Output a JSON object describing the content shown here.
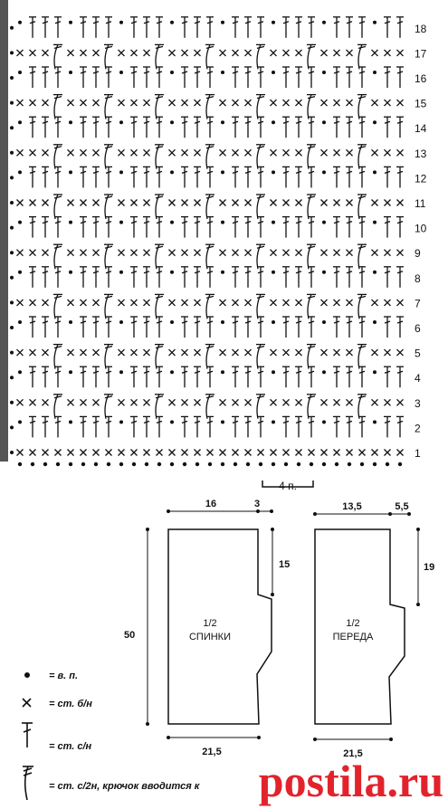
{
  "chart": {
    "rows": [
      "1",
      "2",
      "3",
      "4",
      "5",
      "6",
      "7",
      "8",
      "9",
      "10",
      "11",
      "12",
      "13",
      "14",
      "15",
      "16",
      "17",
      "18"
    ],
    "repeat_label": "4 п."
  },
  "schematics": {
    "back": {
      "label_line1": "1/2",
      "label_line2": "СПИНКИ",
      "top": "16",
      "top_right": "3",
      "right": "15",
      "left": "50",
      "bottom": "21,5"
    },
    "front": {
      "label_line1": "1/2",
      "label_line2": "ПЕРЕДА",
      "top": "13,5",
      "top_right": "5,5",
      "right": "19",
      "bottom": "21,5"
    }
  },
  "legend": [
    {
      "icon": "chain-dot-icon",
      "text": "= в. п."
    },
    {
      "icon": "single-crochet-x-icon",
      "text": "= ст. б/н"
    },
    {
      "icon": "double-crochet-icon",
      "text": "= ст. с/н"
    },
    {
      "icon": "half-double-crochet-icon",
      "text": "= ст. с/2н, крючок вводится к"
    }
  ],
  "watermark": "postila.ru",
  "colors": {
    "ink": "#111111",
    "watermark": "#e2232c",
    "paper": "#ffffff"
  }
}
